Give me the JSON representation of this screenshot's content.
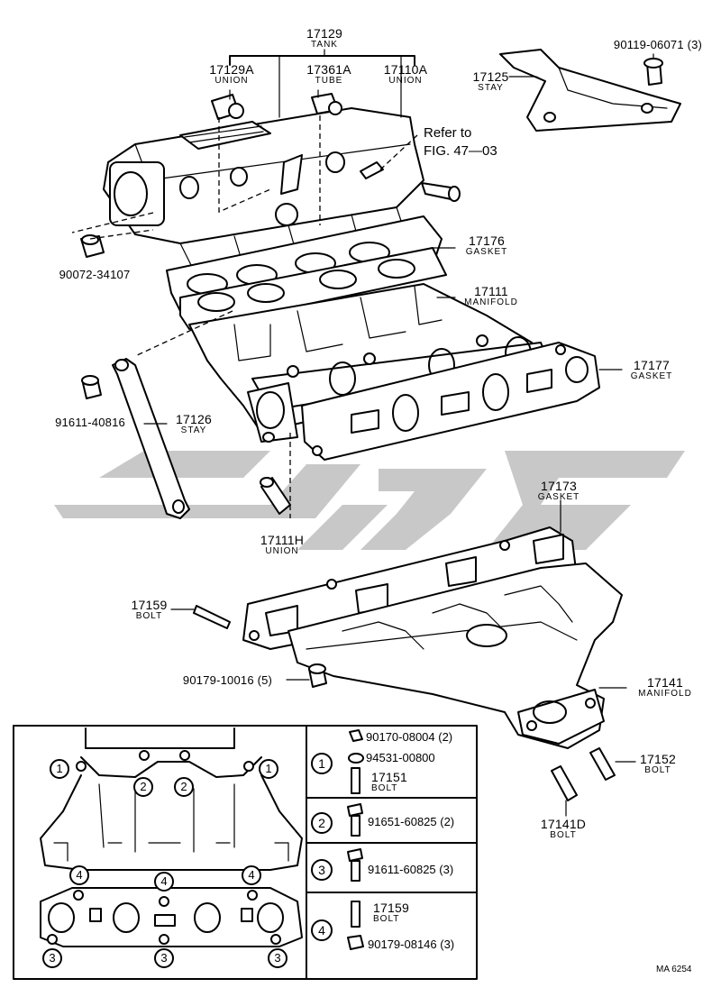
{
  "labels": {
    "tank": {
      "pn": "17129",
      "name": "TANK"
    },
    "union_a": {
      "pn": "17129A",
      "name": "UNION"
    },
    "tube": {
      "pn": "17361A",
      "name": "TUBE"
    },
    "union_b": {
      "pn": "17110A",
      "name": "UNION"
    },
    "stay_top": {
      "pn": "17125",
      "name": "STAY"
    },
    "bolt_top": {
      "pn": "90119-06071 (3)"
    },
    "refer_1": "Refer to",
    "refer_2": "FIG. 47—03",
    "plug": {
      "pn": "90072-34107"
    },
    "gasket_upper": {
      "pn": "17176",
      "name": "GASKET"
    },
    "manifold_upper": {
      "pn": "17111",
      "name": "MANIFOLD"
    },
    "gasket_mid": {
      "pn": "17177",
      "name": "GASKET"
    },
    "bolt_left": {
      "pn": "91611-40816"
    },
    "stay_left": {
      "pn": "17126",
      "name": "STAY"
    },
    "union_h": {
      "pn": "17111H",
      "name": "UNION"
    },
    "gasket_lower": {
      "pn": "17173",
      "name": "GASKET"
    },
    "bolt_17159": {
      "pn": "17159",
      "name": "BOLT"
    },
    "nut_5": {
      "pn": "90179-10016 (5)"
    },
    "manifold_lower": {
      "pn": "17141",
      "name": "MANIFOLD"
    },
    "bolt_17152": {
      "pn": "17152",
      "name": "BOLT"
    },
    "bolt_17141d": {
      "pn": "17141D",
      "name": "BOLT"
    }
  },
  "watermark": "گماگی",
  "inset": {
    "callouts": [
      "1",
      "2",
      "3",
      "4"
    ],
    "legend": [
      {
        "num": "1",
        "items": [
          {
            "pn": "90170-08004 (2)"
          },
          {
            "pn": "94531-00800"
          },
          {
            "pn": "17151",
            "name": "BOLT"
          }
        ]
      },
      {
        "num": "2",
        "items": [
          {
            "pn": "91651-60825 (2)"
          }
        ]
      },
      {
        "num": "3",
        "items": [
          {
            "pn": "91611-60825 (3)"
          }
        ]
      },
      {
        "num": "4",
        "items": [
          {
            "pn": "17159",
            "name": "BOLT"
          },
          {
            "pn": "90179-08146 (3)"
          }
        ]
      }
    ]
  },
  "figure_code": "MA 6254",
  "colors": {
    "ink": "#000000",
    "watermark": "#c8c8c8",
    "paper": "#ffffff"
  }
}
